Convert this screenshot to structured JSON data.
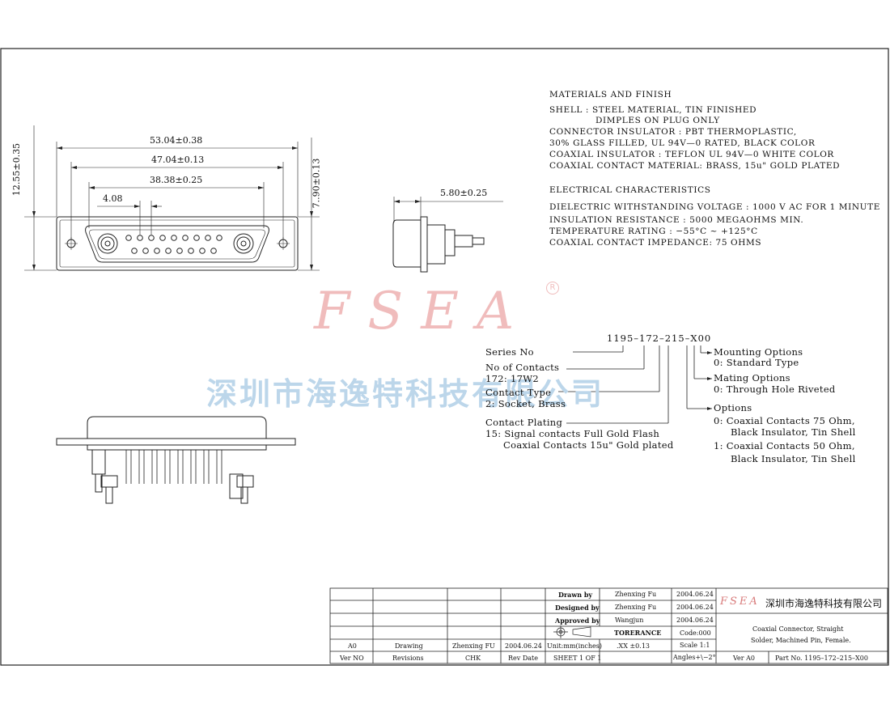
{
  "materials": {
    "heading": "MATERIALS AND FINISH",
    "lines": [
      "SHELL : STEEL MATERIAL, TIN FINISHED",
      "DIMPLES ON PLUG ONLY",
      "CONNECTOR INSULATOR : PBT THERMOPLASTIC,",
      "30% GLASS FILLED, UL 94V—0 RATED, BLACK COLOR",
      "COAXIAL INSULATOR : TEFLON UL 94V—0 WHITE COLOR",
      "COAXIAL CONTACT MATERIAL: BRASS, 15u\" GOLD PLATED"
    ]
  },
  "electrical": {
    "heading": "ELECTRICAL CHARACTERISTICS",
    "lines": [
      "DIELECTRIC WITHSTANDING VOLTAGE : 1000 V AC FOR 1 MINUTE",
      "INSULATION RESISTANCE : 5000 MEGAOHMS MIN.",
      "TEMPERATURE RATING : −55°C ~ +125°C",
      "COAXIAL CONTACT IMPEDANCE: 75 OHMS"
    ]
  },
  "dimensions": {
    "overall_width": "53.04±0.38",
    "mount_hole_pitch": "47.04±0.13",
    "insert_width": "38.38±0.25",
    "pitch": "4.08",
    "height": "12.55±0.35",
    "flange_height": "7..90±0.13",
    "depth": "5.80±0.25"
  },
  "watermark": {
    "brand": "FSEA",
    "registered": "R",
    "company_cn": "深圳市海逸特科技有限公司"
  },
  "ordering": {
    "part_code": "1195–172–215–X00",
    "series": "Series No",
    "contacts_label": "No of Contacts",
    "contacts_value": "172: 17W2",
    "contact_type_label": "Contact Type",
    "contact_type_value": "2: Socket, Brass",
    "plating_label": "Contact Plating",
    "plating_value_1": "15: Signal contacts Full Gold Flash",
    "plating_value_2": "Coaxial Contacts 15u\" Gold plated",
    "mounting_label": "Mounting Options",
    "mounting_value": "0: Standard Type",
    "mating_label": "Mating Options",
    "mating_value": "0: Through Hole Riveted",
    "options_label": "Options",
    "option_0_a": "0: Coaxial Contacts 75 Ohm,",
    "option_0_b": "Black Insulator, Tin Shell",
    "option_1_a": "1: Coaxial Contacts 50 Ohm,",
    "option_1_b": "Black Insulator, Tin Shell"
  },
  "title_block": {
    "rev": "A0",
    "drawing": "Drawing",
    "author": "Zhenxing FU",
    "date": "2004.06.24",
    "ver_no": "Ver NO",
    "revisions": "Revisions",
    "chk": "CHK",
    "rev_date": "Rev Date",
    "drawn_by_label": "Drawn   by",
    "drawn_by": "Zhenxing Fu",
    "drawn_date": "2004.06.24",
    "designed_by_label": "Designed  by",
    "designed_by": "Zhenxing Fu",
    "designed_date": "2004.06.24",
    "approved_by_label": "Approved  by",
    "approved_by": "Wangjun",
    "approved_date": "2004.06.24",
    "tolerance_label": "TORERANCE",
    "code": "Code:000",
    "units": "Unit:mm(inches)",
    "tolerance_xx": ".XX  ±0.13",
    "scale": "Scale 1:1",
    "sheet": "SHEET 1 OF 1",
    "angles": "Angles+\\−2°",
    "logo": "FSEA",
    "company": "深圳市海逸特科技有限公司",
    "description_1": "Coaxial Connector, Straight",
    "description_2": "Solder, Machined Pin, Female.",
    "ver": "Ver A0",
    "part_no": "Part No. 1195–172–215–X00"
  }
}
